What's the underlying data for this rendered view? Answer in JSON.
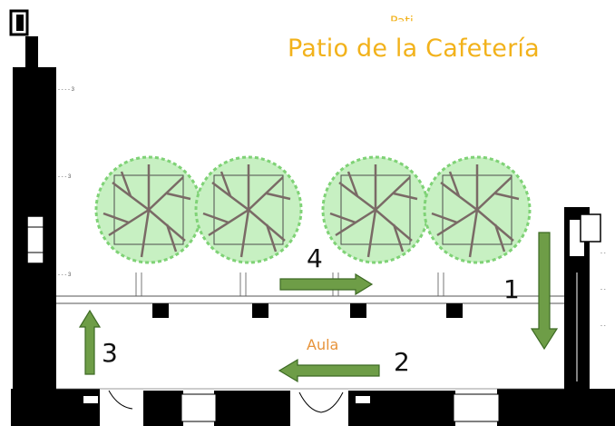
{
  "courtyard_label": "Patio de la Cafetería",
  "courtyard_label_partial": "Pati",
  "room_label": "Aula",
  "steps": [
    "1",
    "2",
    "3",
    "4"
  ],
  "colors": {
    "arrow_fill": "#6e9d47",
    "arrow_stroke": "#3d6a24",
    "wall": "#000000",
    "tree_foliage": "#8fd88a",
    "tree_branches": "#7a6a66",
    "label_title": "#f2b21b",
    "label_room": "#e7933a"
  },
  "icons": [
    "tree-icon",
    "arrow-icon"
  ]
}
